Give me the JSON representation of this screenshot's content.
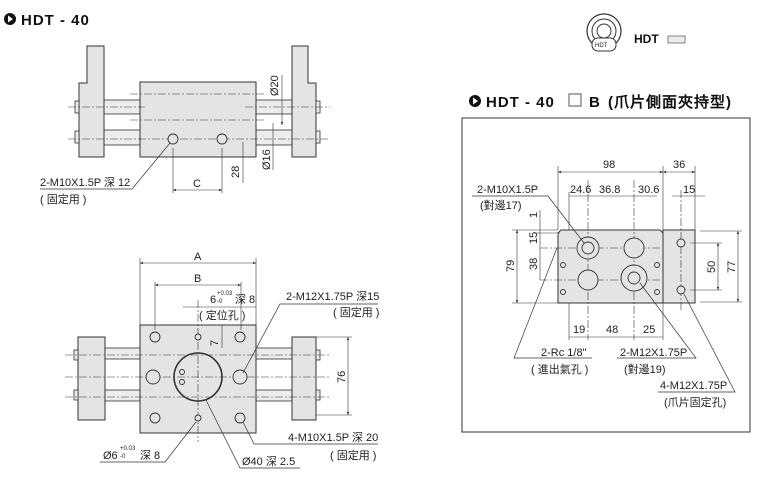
{
  "top_view": {
    "title": "HDT - 40",
    "dim_phi20": "Ø20",
    "dim_phi16": "Ø16",
    "dim_28": "28",
    "dim_c": "C",
    "callout_hole": "2-M10X1.5P 深 12",
    "callout_hole_note": "( 固定用 )"
  },
  "front_view": {
    "dim_a": "A",
    "dim_b": "B",
    "dowel_top": "6",
    "dowel_top_tol_plus": "+0.03",
    "dowel_top_tol_minus": "-0",
    "dowel_top_depth": "深 8",
    "dowel_top_note": "( 定位孔 )",
    "dim_7": "7",
    "dim_76": "76",
    "callout_m12": "2-M12X1.75P 深15",
    "callout_m12_note": "( 固定用 )",
    "callout_m10": "4-M10X1.5P 深 20",
    "callout_m10_note": "( 固定用 )",
    "dowel_bottom": "Ø6",
    "dowel_bottom_tol_plus": "+0.03",
    "dowel_bottom_tol_minus": "-0",
    "dowel_bottom_depth": "深 8",
    "recess": "Ø40 深 2.5"
  },
  "logo": {
    "label": "HDT",
    "logo_text": "HDT"
  },
  "side_clamp": {
    "title_prefix": "HDT - 40",
    "title_suffix": "B",
    "title_note": "(爪片側面夾持型)",
    "dims": {
      "d98": "98",
      "d36": "36",
      "d24_6": "24.6",
      "d36_8": "36.8",
      "d30_6": "30.6",
      "d15_top": "15",
      "d1": "1",
      "d15_left": "15",
      "d38": "38",
      "d79": "79",
      "d50": "50",
      "d77": "77",
      "d19": "19",
      "d48": "48",
      "d25": "25"
    },
    "callouts": {
      "m10": "2-M10X1.5P",
      "m10_note": "(對邊17)",
      "rc": "2-Rc 1/8\"",
      "rc_note": "( 進出氣孔 )",
      "m12": "2-M12X1.75P",
      "m12_note": "(對邊19)",
      "m12_jaw": "4-M12X1.75P",
      "m12_jaw_note": "(爪片固定孔)"
    }
  }
}
